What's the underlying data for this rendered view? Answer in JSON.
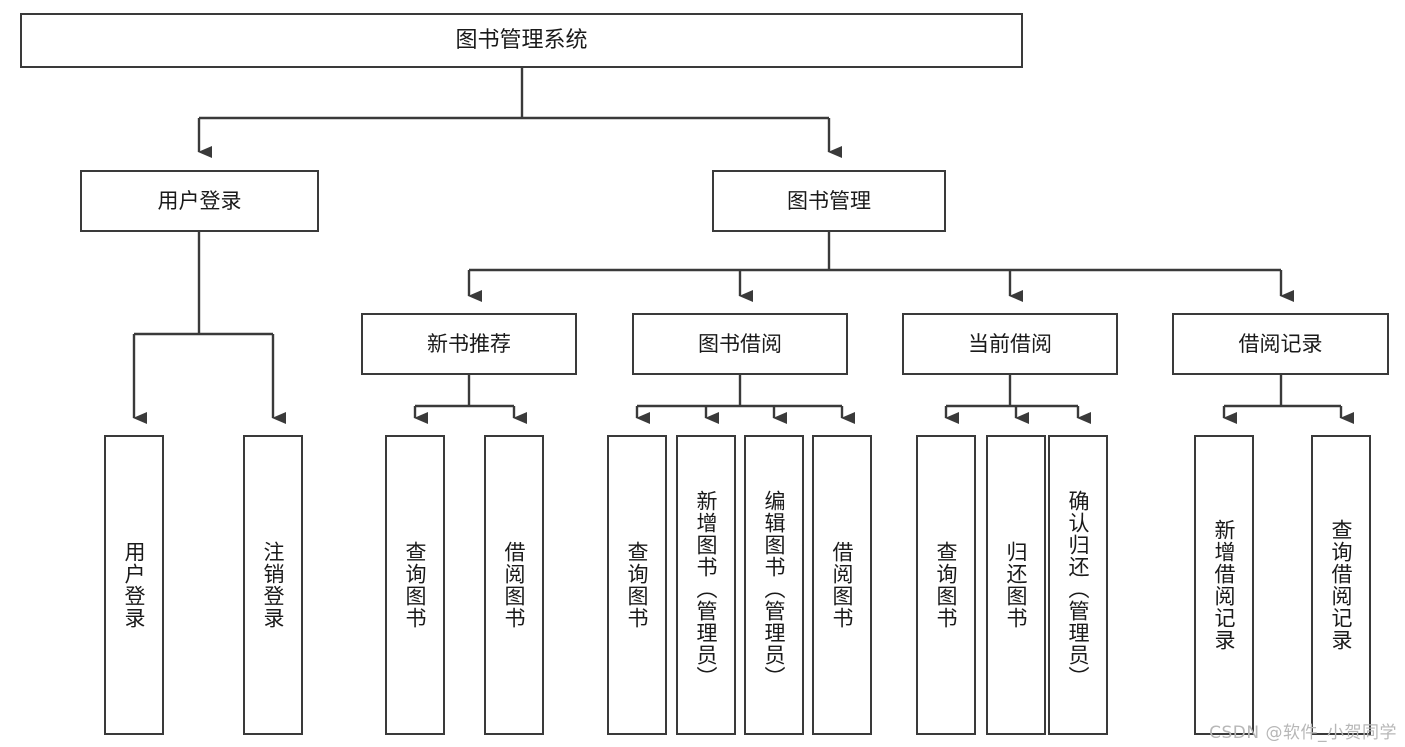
{
  "diagram": {
    "type": "tree-hierarchy-chart",
    "title": "图书管理系统",
    "line_color": "#3a3a3a",
    "box_fill": "#ffffff",
    "text_color": "#1a1a1a",
    "root": {
      "label": "图书管理系统",
      "children": [
        {
          "label": "用户登录",
          "children": [
            {
              "label": "用户登录"
            },
            {
              "label": "注销登录"
            }
          ]
        },
        {
          "label": "图书管理",
          "children": [
            {
              "label": "新书推荐",
              "children": [
                {
                  "label": "查询图书"
                },
                {
                  "label": "借阅图书"
                }
              ]
            },
            {
              "label": "图书借阅",
              "children": [
                {
                  "label": "查询图书"
                },
                {
                  "label": "新增图书（管理员）"
                },
                {
                  "label": "编辑图书（管理员）"
                },
                {
                  "label": "借阅图书"
                }
              ]
            },
            {
              "label": "当前借阅",
              "children": [
                {
                  "label": "查询图书"
                },
                {
                  "label": "归还图书"
                },
                {
                  "label": "确认归还（管理员）"
                }
              ]
            },
            {
              "label": "借阅记录",
              "children": [
                {
                  "label": "新增借阅记录"
                },
                {
                  "label": "查询借阅记录"
                }
              ]
            }
          ]
        }
      ]
    },
    "nodes": {
      "root": "图书管理系统",
      "l1_user_login": "用户登录",
      "l1_book_manage": "图书管理",
      "l2_new_book_rec": "新书推荐",
      "l2_book_borrow": "图书借阅",
      "l2_current_borrow": "当前借阅",
      "l2_borrow_record": "借阅记录",
      "leaf_user_login": "用户登录",
      "leaf_logout": "注销登录",
      "leaf_rec_query_book": "查询图书",
      "leaf_rec_borrow_book": "借阅图书",
      "leaf_bb_query_book": "查询图书",
      "leaf_bb_add_book": "新增图书（管理员）",
      "leaf_bb_edit_book": "编辑图书（管理员）",
      "leaf_bb_borrow_book": "借阅图书",
      "leaf_cb_query_book": "查询图书",
      "leaf_cb_return_book": "归还图书",
      "leaf_cb_confirm_return": "确认归还（管理员）",
      "leaf_br_add_record": "新增借阅记录",
      "leaf_br_query_record": "查询借阅记录"
    }
  },
  "watermark": {
    "text": "CSDN @软件_小贺同学"
  }
}
